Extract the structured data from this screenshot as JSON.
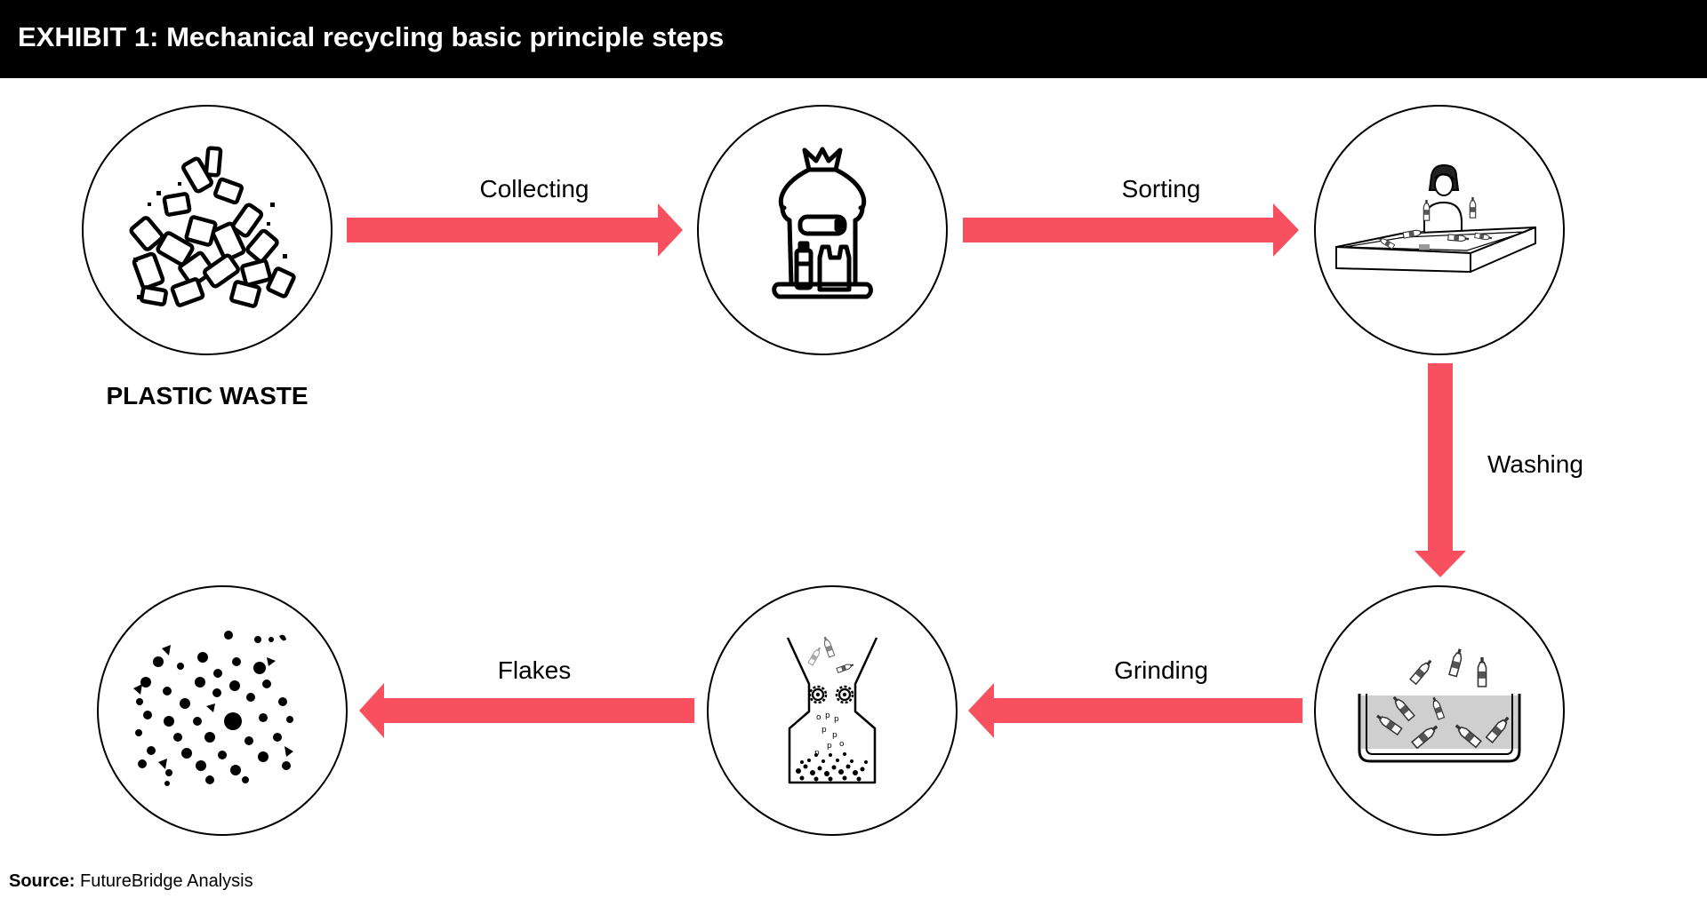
{
  "header": {
    "title": "EXHIBIT 1: Mechanical recycling basic principle steps"
  },
  "colors": {
    "arrow": "#F8505E",
    "header_bg": "#000000",
    "header_text": "#FFFFFF",
    "circle_stroke": "#000000"
  },
  "start": {
    "label": "PLASTIC WASTE",
    "icon": "plastic-waste-pile-icon"
  },
  "steps": [
    {
      "label": "Collecting",
      "icon": "garbage-bag-icon"
    },
    {
      "label": "Sorting",
      "icon": "sorting-table-icon"
    },
    {
      "label": "Washing",
      "icon": "washing-tank-icon"
    },
    {
      "label": "Grinding",
      "icon": "grinder-icon"
    },
    {
      "label": "Flakes",
      "icon": "flakes-icon"
    }
  ],
  "source": {
    "key": "Source:",
    "text": "FutureBridge Analysis"
  }
}
